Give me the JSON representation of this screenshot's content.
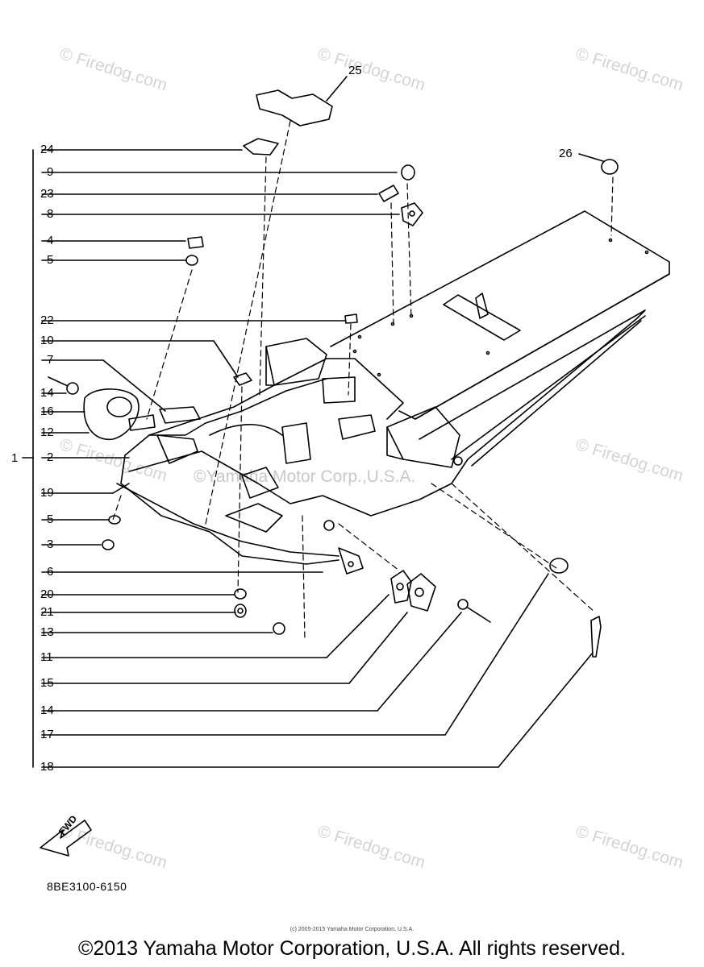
{
  "watermarks": [
    "© Firedog.com",
    "© Firedog.com",
    "© Firedog.com",
    "© Firedog.com",
    "© Firedog.com",
    "© Firedog.com",
    "© Firedog.com",
    "© Firedog.com"
  ],
  "center_watermark": "©Yamaha Motor Corp.,U.S.A.",
  "callouts": [
    "24",
    "9",
    "23",
    "8",
    "4",
    "5",
    "22",
    "10",
    "7",
    "14",
    "16",
    "12",
    "1",
    "2",
    "19",
    "5",
    "3",
    "6",
    "20",
    "21",
    "13",
    "11",
    "15",
    "14",
    "17",
    "18",
    "25",
    "26"
  ],
  "fwd_label": "FWD",
  "part_code": "8BE3100-6150",
  "small_copyright": "(c) 2005-2015 Yamaha Motor Corporation, U.S.A.",
  "copyright": "©2013 Yamaha Motor Corporation, U.S.A. All rights reserved."
}
